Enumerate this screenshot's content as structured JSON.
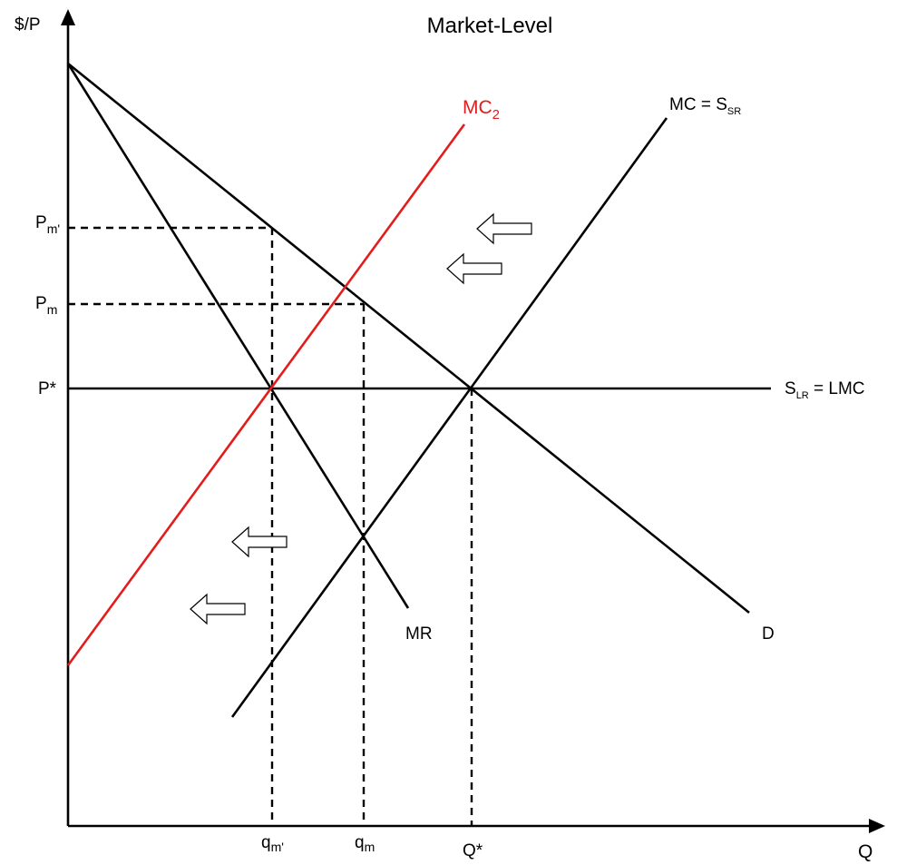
{
  "title": "Market-Level",
  "axes": {
    "y_label": "$/P",
    "x_label": "Q"
  },
  "price_labels": {
    "pm_prime": {
      "base": "P",
      "sub": "m'"
    },
    "pm": {
      "base": "P",
      "sub": "m"
    },
    "p_star": "P*"
  },
  "quantity_labels": {
    "qm_prime": {
      "base": "q",
      "sub": "m'"
    },
    "qm": {
      "base": "q",
      "sub": "m"
    },
    "q_star": "Q*"
  },
  "curves": {
    "mc2": {
      "base": "MC",
      "sub": "2",
      "color": "#e31c1c"
    },
    "mc_ssr": {
      "base": "MC = S",
      "sub": "SR"
    },
    "slr_lmc": {
      "base": "S",
      "sub": "LR",
      "tail": " = LMC"
    },
    "mr": "MR",
    "demand": "D"
  },
  "shift_arrows": [
    "left-arrow-icon",
    "left-arrow-icon",
    "left-arrow-icon",
    "left-arrow-icon"
  ]
}
